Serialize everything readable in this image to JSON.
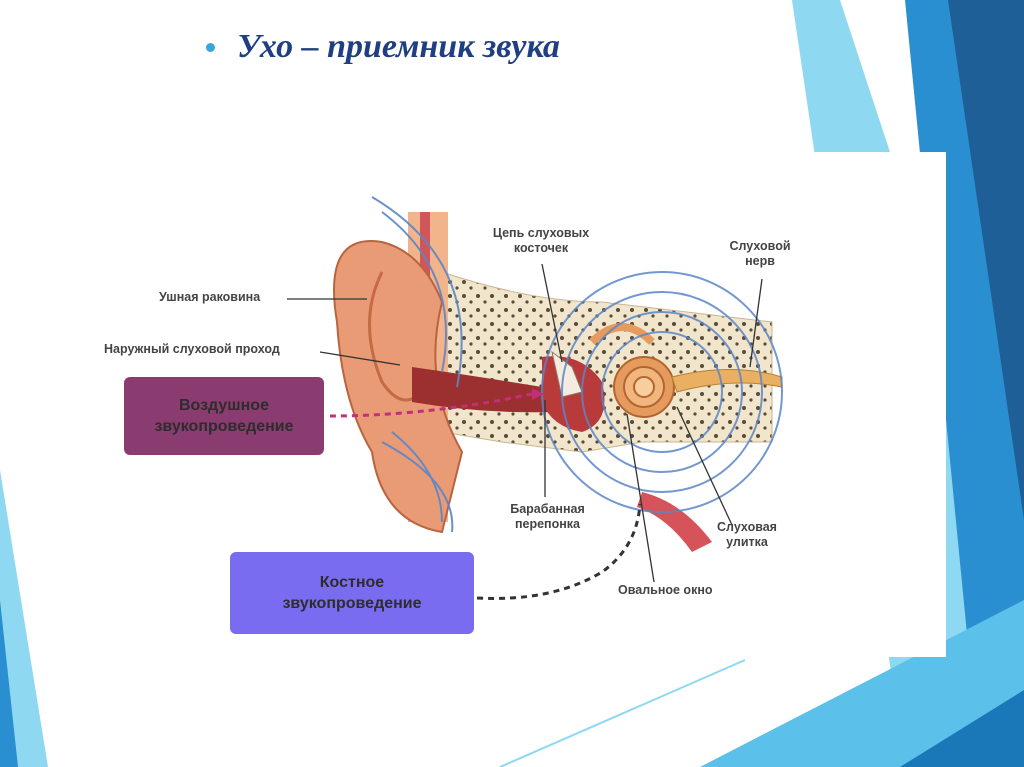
{
  "title": "Ухо – приемник звука",
  "labels": {
    "pinna": "Ушная раковина",
    "ear_canal": "Наружный слуховой проход",
    "ossicles_line1": "Цепь слуховых",
    "ossicles_line2": "косточек",
    "nerve_line1": "Слуховой",
    "nerve_line2": "нерв",
    "eardrum_line1": "Барабанная",
    "eardrum_line2": "перепонка",
    "cochlea_line1": "Слуховая",
    "cochlea_line2": "улитка",
    "oval_window": "Овальное окно"
  },
  "boxes": {
    "air_line1": "Воздушное",
    "air_line2": "звукопроведение",
    "bone_line1": "Костное",
    "bone_line2": "звукопроведение"
  },
  "colors": {
    "title": "#1f3f82",
    "bullet": "#3aa5d8",
    "air_box": "#8a3b6f",
    "bone_box": "#7a6cf0",
    "wave": "#5b86c8",
    "deco_light": "#7fd0ef",
    "deco_mid": "#2f9fd6",
    "deco_dark": "#1c6fa8"
  }
}
